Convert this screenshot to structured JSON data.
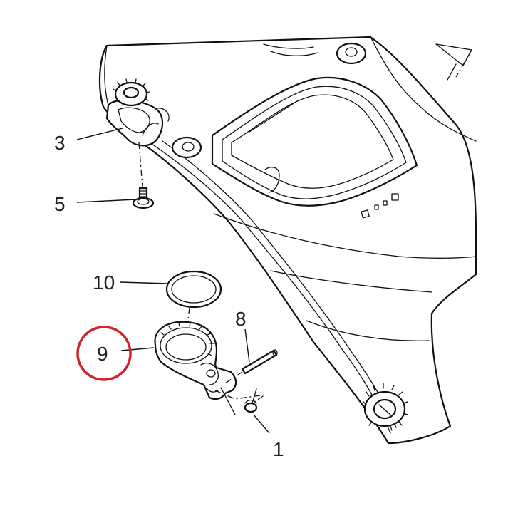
{
  "diagram": {
    "callouts": [
      {
        "id": "1",
        "text": "1"
      },
      {
        "id": "3",
        "text": "3"
      },
      {
        "id": "5",
        "text": "5"
      },
      {
        "id": "8",
        "text": "8"
      },
      {
        "id": "9",
        "text": "9"
      },
      {
        "id": "10",
        "text": "10"
      }
    ],
    "highlighted_callout": "9",
    "highlight_color": "#d2232a",
    "line_color": "#111111"
  }
}
